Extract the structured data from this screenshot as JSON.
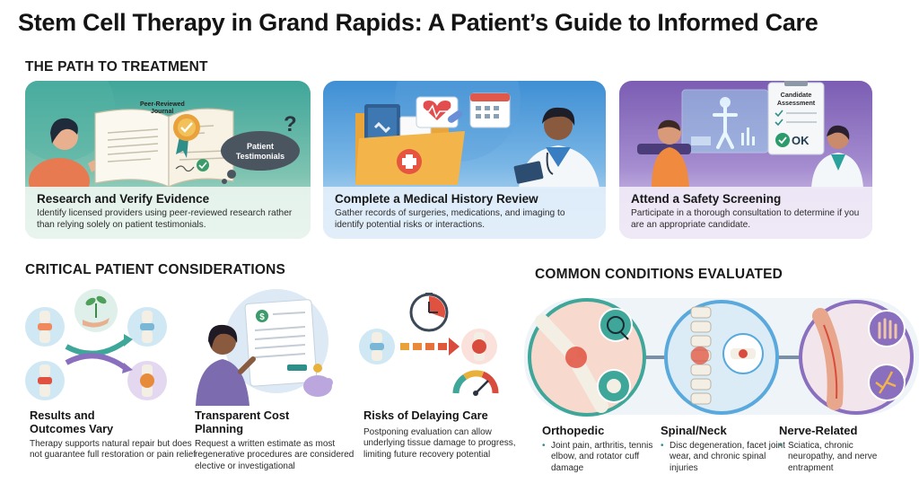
{
  "title": "Stem Cell Therapy in Grand Rapids: A Patient’s Guide to Informed Care",
  "path": {
    "heading": "THE PATH TO TREATMENT",
    "steps": [
      {
        "title": "Research and Verify Evidence",
        "desc": "Identify licensed providers using peer-reviewed research rather than relying solely on patient testimonials.",
        "book_label_1": "Peer-Reviewed",
        "book_label_2": "Journal",
        "bubble_label_1": "Patient",
        "bubble_label_2": "Testimonials",
        "bubble_mark": "?"
      },
      {
        "title": "Complete a Medical History Review",
        "desc": "Gather records of surgeries, medications, and imaging to identify potential risks or interactions."
      },
      {
        "title": "Attend a Safety Screening",
        "desc": "Participate in a thorough consultation to determine if you are an appropriate candidate.",
        "board_label_1": "Candidate",
        "board_label_2": "Assessment",
        "ok_label": "OK"
      }
    ]
  },
  "considerations": {
    "heading": "CRITICAL PATIENT CONSIDERATIONS",
    "items": [
      {
        "title_1": "Results and",
        "title_2": "Outcomes Vary",
        "desc": "Therapy supports natural repair but does not guarantee full restoration or pain relief"
      },
      {
        "title_1": "Transparent Cost",
        "title_2": "Planning",
        "desc": "Request a written estimate as most regenerative procedures are considered elective or investigational",
        "invoice_symbol": "$"
      },
      {
        "title_1": "Risks of Delaying Care",
        "desc": "Postponing evaluation can allow underlying tissue damage to progress, limiting future recovery potential"
      }
    ]
  },
  "conditions": {
    "heading": "COMMON CONDITIONS EVALUATED",
    "items": [
      {
        "title": "Orthopedic",
        "bullets": [
          "Joint pain, arthritis, tennis elbow, and rotator cuff damage"
        ]
      },
      {
        "title": "Spinal/Neck",
        "bullets": [
          "Disc degeneration, facet joint wear, and chronic spinal injuries"
        ]
      },
      {
        "title": "Nerve-Related",
        "bullets": [
          "Sciatica, chronic neuropathy, and nerve entrapment"
        ]
      }
    ]
  },
  "colors": {
    "teal": "#2e8f8a",
    "blue": "#5aa9dc",
    "purple": "#8a6fbf",
    "orange": "#e8794a",
    "red": "#d94c3d"
  }
}
